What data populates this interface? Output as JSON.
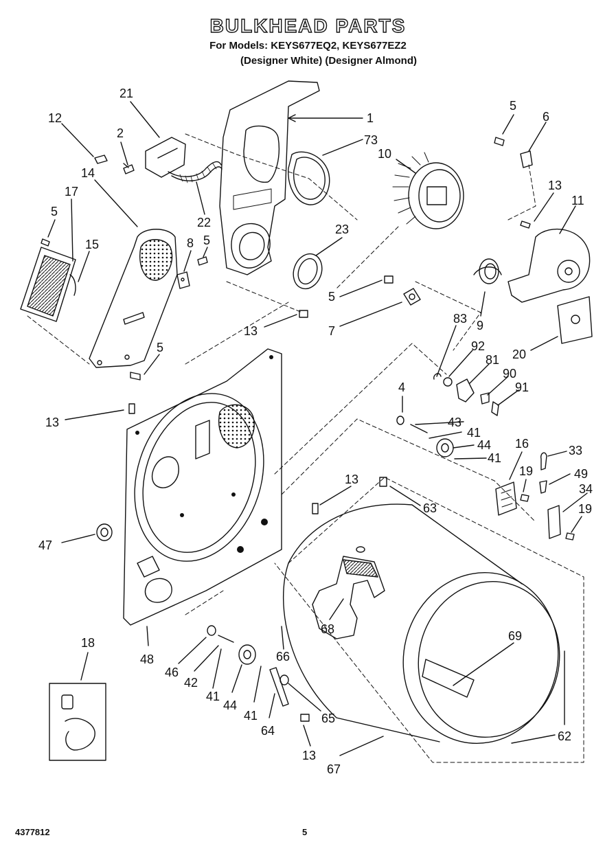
{
  "header": {
    "title": "BULKHEAD PARTS",
    "models_line": "For Models: KEYS677EQ2, KEYS677EZ2",
    "colors_line": "(Designer White) (Designer Almond)"
  },
  "footer": {
    "doc_number": "4377812",
    "page_number": "5"
  },
  "callouts": [
    "1",
    "2",
    "4",
    "5",
    "5",
    "5",
    "5",
    "5",
    "6",
    "7",
    "8",
    "9",
    "10",
    "11",
    "12",
    "13",
    "13",
    "13",
    "13",
    "13",
    "14",
    "15",
    "16",
    "17",
    "18",
    "19",
    "19",
    "20",
    "21",
    "22",
    "23",
    "33",
    "34",
    "41",
    "41",
    "41",
    "41",
    "42",
    "43",
    "44",
    "44",
    "46",
    "47",
    "48",
    "49",
    "62",
    "63",
    "64",
    "65",
    "66",
    "67",
    "68",
    "69",
    "73",
    "81",
    "83",
    "90",
    "91",
    "92"
  ]
}
